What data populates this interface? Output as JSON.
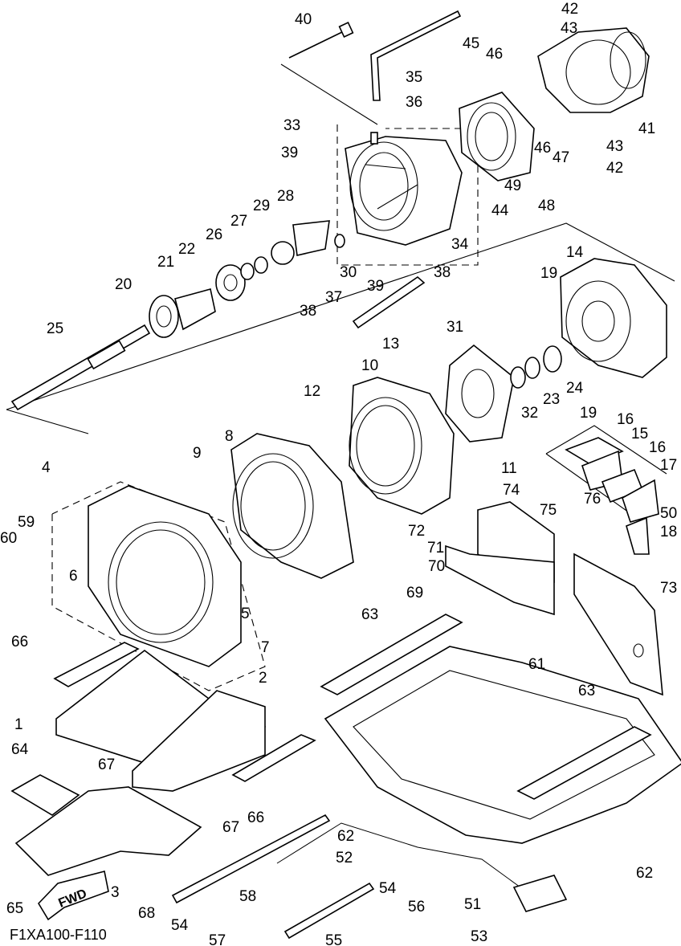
{
  "diagram": {
    "code": "F1XA100-F110",
    "fwd_label": "FWD",
    "labels": [
      "1",
      "2",
      "3",
      "4",
      "5",
      "6",
      "7",
      "8",
      "9",
      "10",
      "11",
      "12",
      "13",
      "14",
      "15",
      "16",
      "17",
      "18",
      "19",
      "20",
      "21",
      "22",
      "23",
      "24",
      "25",
      "26",
      "27",
      "28",
      "29",
      "30",
      "31",
      "32",
      "33",
      "34",
      "35",
      "36",
      "37",
      "38",
      "39",
      "40",
      "41",
      "42",
      "43",
      "44",
      "45",
      "46",
      "47",
      "48",
      "49",
      "50",
      "51",
      "52",
      "53",
      "54",
      "55",
      "56",
      "57",
      "58",
      "59",
      "60",
      "61",
      "62",
      "63",
      "64",
      "65",
      "66",
      "67",
      "68",
      "69",
      "70",
      "71",
      "72",
      "73",
      "74",
      "75",
      "76"
    ]
  }
}
